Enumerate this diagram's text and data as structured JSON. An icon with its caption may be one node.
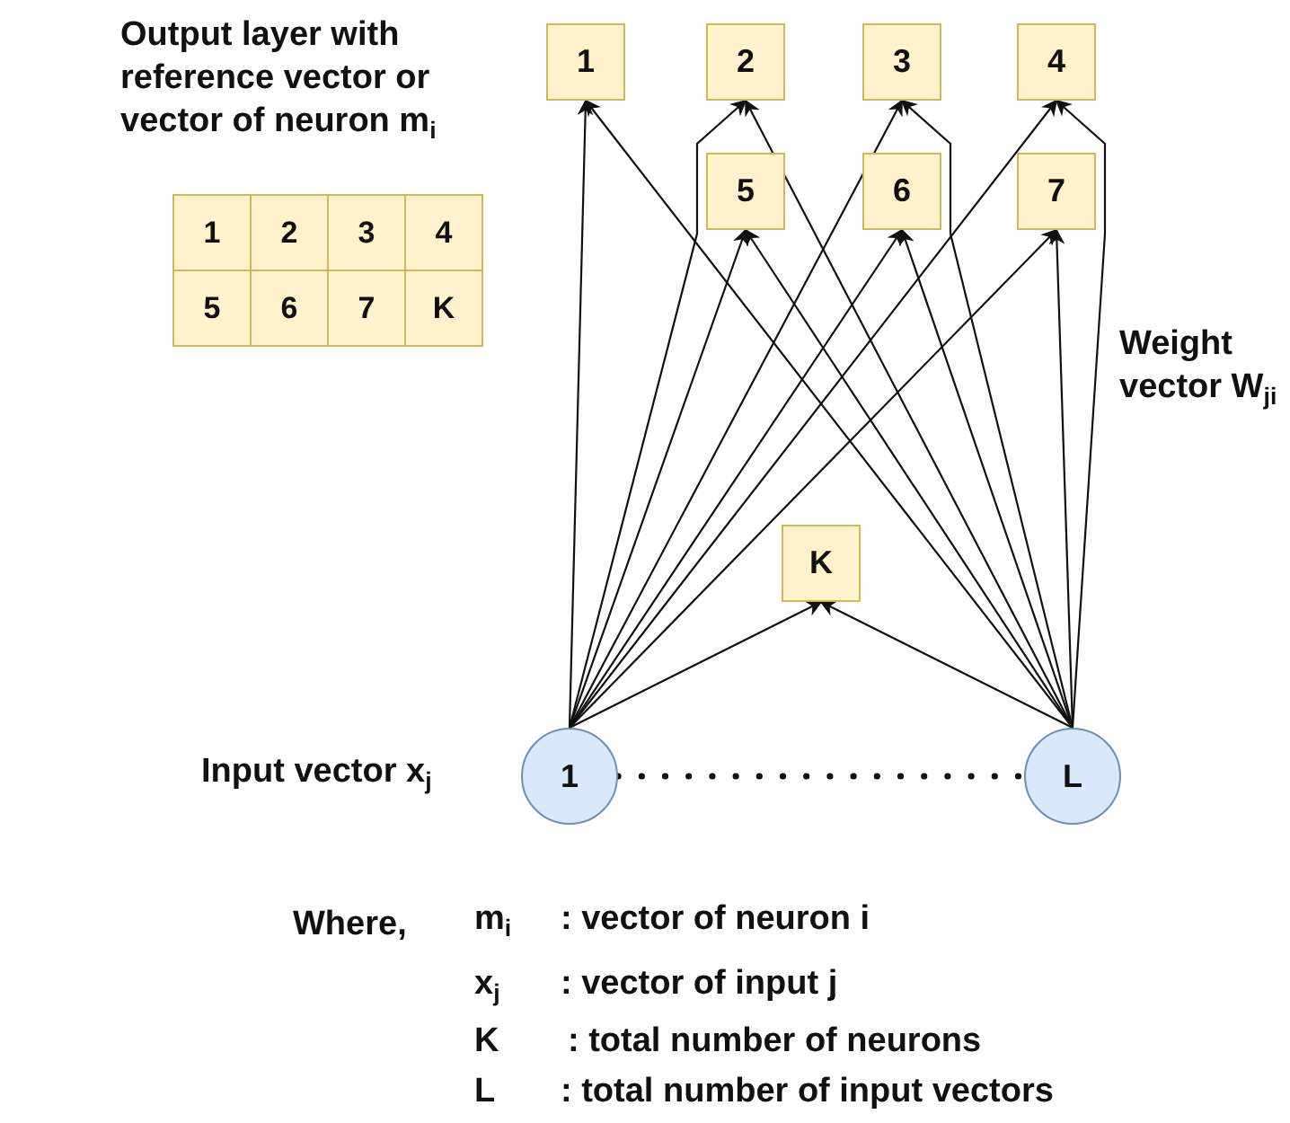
{
  "diagram": {
    "nodes": [
      {
        "text": [
          "1"
        ]
      },
      {
        "text": [
          "2"
        ]
      },
      {
        "text": [
          "3"
        ]
      },
      {
        "text": [
          "4"
        ]
      },
      {
        "text": [
          "5"
        ]
      },
      {
        "text": [
          "6"
        ]
      },
      {
        "text": [
          "7"
        ]
      },
      {
        "text": [
          "K"
        ]
      },
      {
        "text": [
          "1"
        ],
        "beside": [
          "Input vector x$_{j}$"
        ]
      },
      {
        "text": [
          "L"
        ]
      }
    ],
    "edges": [
      {
        "from": 8,
        "to": 0,
        "arrow": "to"
      },
      {
        "from": 8,
        "to": 1,
        "arrow": "to"
      },
      {
        "from": 8,
        "to": 2,
        "arrow": "to"
      },
      {
        "from": 8,
        "to": 3,
        "arrow": "to"
      },
      {
        "from": 8,
        "to": 4,
        "arrow": "to"
      },
      {
        "from": 8,
        "to": 5,
        "arrow": "to"
      },
      {
        "from": 8,
        "to": 6,
        "arrow": "to"
      },
      {
        "from": 8,
        "to": 7,
        "arrow": "to"
      },
      {
        "from": 9,
        "to": 0,
        "arrow": "to"
      },
      {
        "from": 9,
        "to": 1,
        "arrow": "to"
      },
      {
        "from": 9,
        "to": 2,
        "arrow": "to"
      },
      {
        "from": 9,
        "to": 3,
        "arrow": "to"
      },
      {
        "from": 9,
        "to": 4,
        "arrow": "to"
      },
      {
        "from": 9,
        "to": 5,
        "arrow": "to"
      },
      {
        "from": 9,
        "to": 6,
        "arrow": "to"
      },
      {
        "from": 9,
        "to": 7,
        "arrow": "to"
      },
      {
        "from": 8,
        "to": 9,
        "arrow": "none",
        "style": "dashed"
      }
    ],
    "labels": [
      "Output layer with reference vector or vector of neuron m$_{i}$",
      "1",
      "2",
      "3",
      "4",
      "5",
      "6",
      "7",
      "K",
      "Weight vector W$_{ji}$",
      "Where,",
      "m$_{i}$",
      ": vector of neuron i",
      "x$_{j}$",
      ": vector of input j",
      "K",
      ": total number of neurons",
      "L",
      ": total number of input vectors"
    ]
  }
}
